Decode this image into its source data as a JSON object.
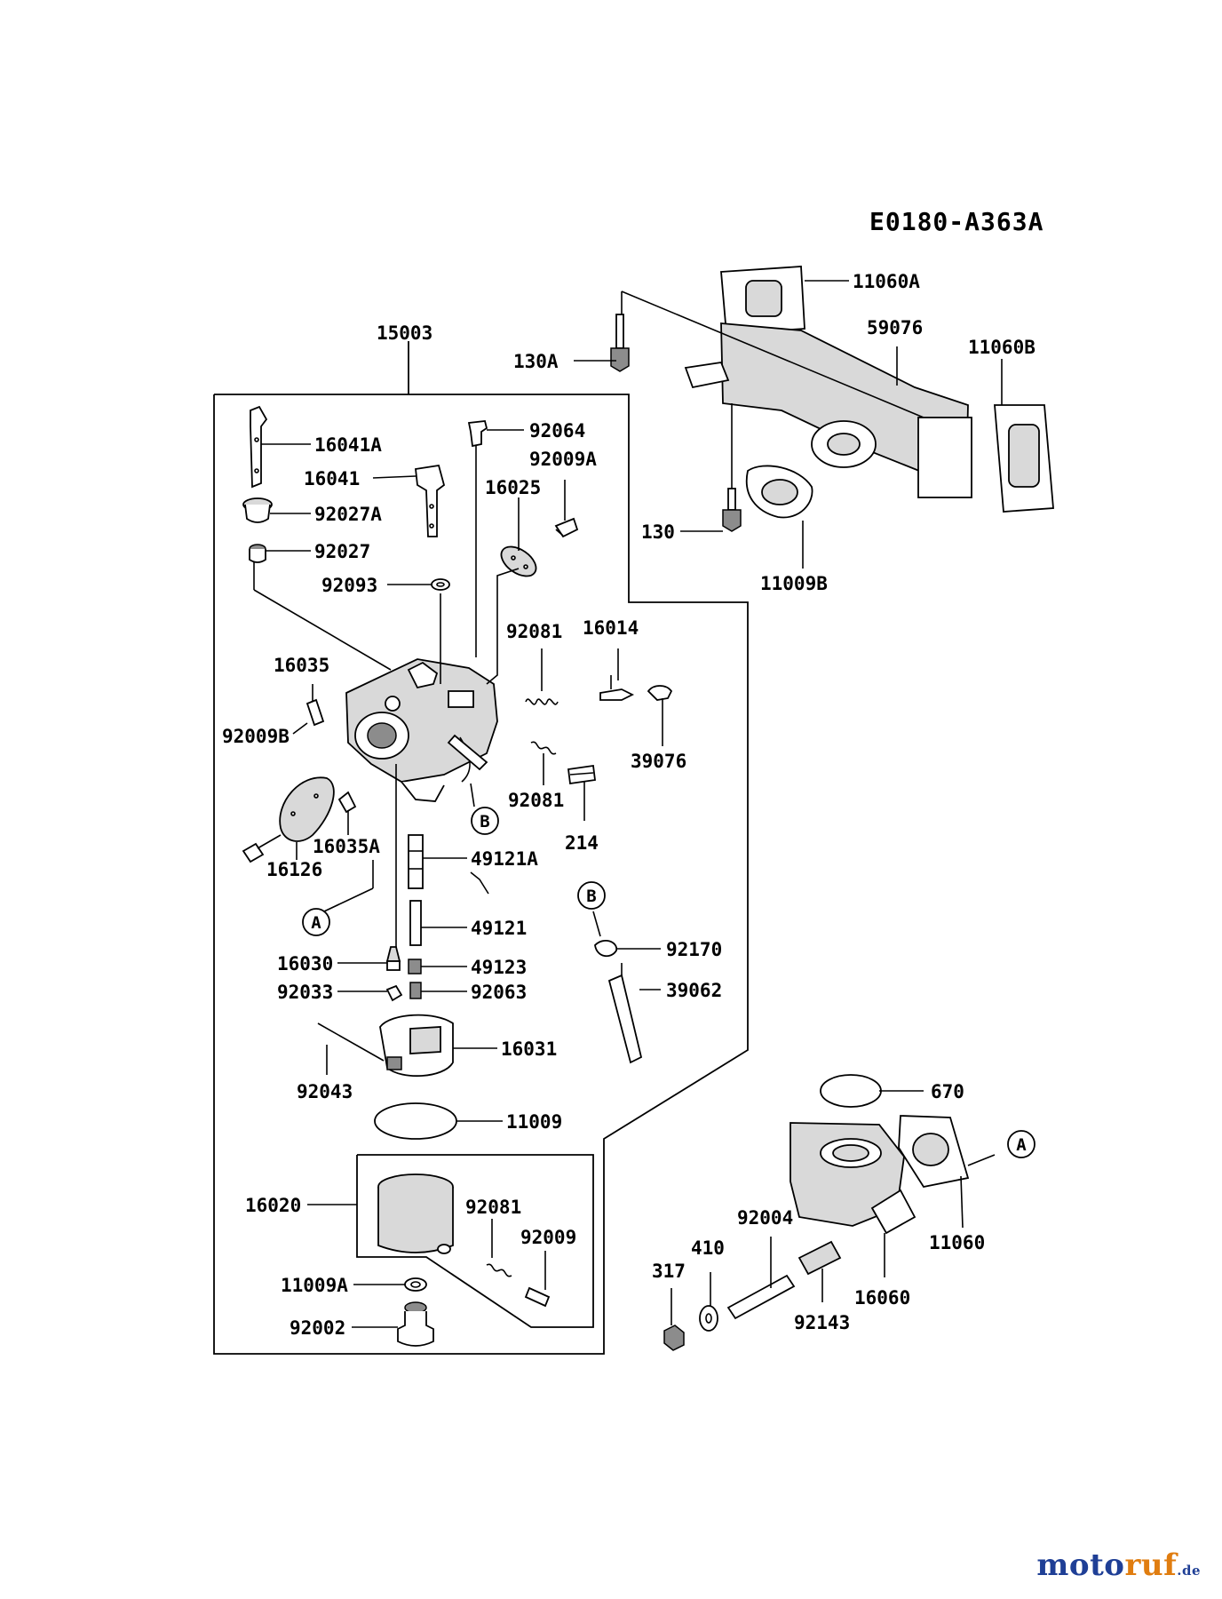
{
  "diagram_code": "E0180-A363A",
  "callouts": {
    "a": "A",
    "b": "B"
  },
  "parts": {
    "p15003": "15003",
    "p16041A": "16041A",
    "p16041": "16041",
    "p92027A": "92027A",
    "p92027": "92027",
    "p92093": "92093",
    "p92064": "92064",
    "p92009A": "92009A",
    "p16025": "16025",
    "p16035": "16035",
    "p92009B": "92009B",
    "p16126": "16126",
    "p16035A": "16035A",
    "p92081_1": "92081",
    "p16014": "16014",
    "p39076": "39076",
    "p92081_2": "92081",
    "p214": "214",
    "p49121A": "49121A",
    "p49121": "49121",
    "p16030": "16030",
    "p49123": "49123",
    "p92033": "92033",
    "p92063": "92063",
    "p16031": "16031",
    "p92043": "92043",
    "p11009": "11009",
    "p16020": "16020",
    "p92081_3": "92081",
    "p92009": "92009",
    "p11009A": "11009A",
    "p92002": "92002",
    "p92170": "92170",
    "p39062": "39062",
    "p11060A": "11060A",
    "p59076": "59076",
    "p11060B": "11060B",
    "p130A": "130A",
    "p130": "130",
    "p11009B": "11009B",
    "p670": "670",
    "p11060": "11060",
    "p92004": "92004",
    "p410": "410",
    "p317": "317",
    "p16060": "16060",
    "p92143": "92143"
  },
  "watermark": {
    "brand_main": "moto",
    "brand_accent": "ruf",
    "brand_tld": ".de"
  },
  "colors": {
    "brand_blue": "#1f3f96",
    "brand_orange": "#e07d10"
  }
}
